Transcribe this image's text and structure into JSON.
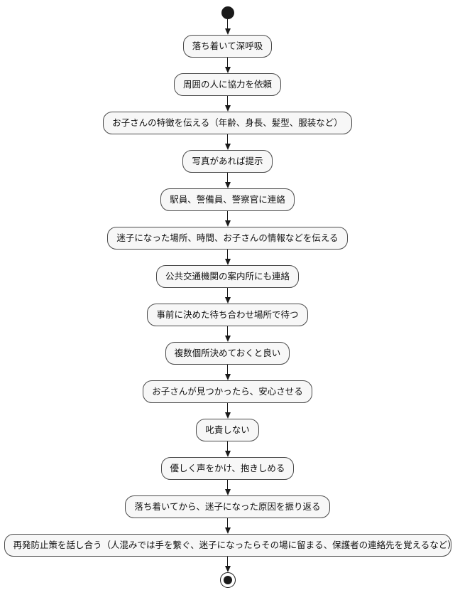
{
  "diagram": {
    "type": "activity-flowchart",
    "direction": "top-to-bottom",
    "colors": {
      "background": "#ffffff",
      "node_fill": "#f7f7f7",
      "node_border": "#4a4a4a",
      "arrow": "#1a1a1a",
      "node_ink": "#1a1a1a"
    },
    "start": {
      "kind": "initial-node"
    },
    "end": {
      "kind": "final-node"
    },
    "steps": [
      {
        "label": "落ち着いて深呼吸"
      },
      {
        "label": "周囲の人に協力を依頼"
      },
      {
        "label": "お子さんの特徴を伝える（年齢、身長、髪型、服装など）"
      },
      {
        "label": "写真があれば提示"
      },
      {
        "label": "駅員、警備員、警察官に連絡"
      },
      {
        "label": "迷子になった場所、時間、お子さんの情報などを伝える"
      },
      {
        "label": "公共交通機関の案内所にも連絡"
      },
      {
        "label": "事前に決めた待ち合わせ場所で待つ"
      },
      {
        "label": "複数個所決めておくと良い"
      },
      {
        "label": "お子さんが見つかったら、安心させる"
      },
      {
        "label": "叱責しない"
      },
      {
        "label": "優しく声をかけ、抱きしめる"
      },
      {
        "label": "落ち着いてから、迷子になった原因を振り返る"
      },
      {
        "label": "再発防止策を話し合う（人混みでは手を繋ぐ、迷子になったらその場に留まる、保護者の連絡先を覚えるなど）"
      }
    ]
  }
}
